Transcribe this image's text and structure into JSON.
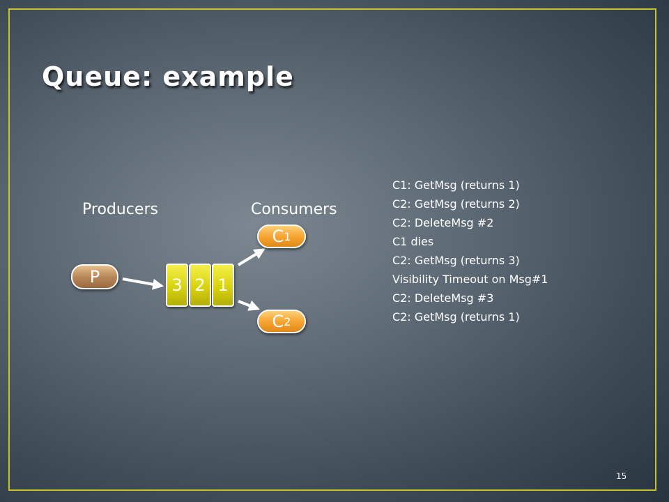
{
  "slide": {
    "title": "Queue: example",
    "page_number": "15"
  },
  "diagram": {
    "producers_label": "Producers",
    "consumers_label": "Consumers",
    "producer": {
      "label": "P"
    },
    "queue": [
      "3",
      "2",
      "1"
    ],
    "consumers": [
      {
        "label": "C",
        "subscript": "1"
      },
      {
        "label": "C",
        "subscript": "2"
      }
    ]
  },
  "steps": [
    "C1: GetMsg (returns 1)",
    "C2: GetMsg (returns 2)",
    "C2: DeleteMsg #2",
    "C1 dies",
    "C2: GetMsg (returns 3)",
    "Visibility Timeout on Msg#1",
    "C2: DeleteMsg #3",
    "C2: GetMsg (returns 1)"
  ],
  "colors": {
    "frame": "#c9c226",
    "producer_node": "#b8875a",
    "consumer_node": "#f6a533",
    "queue_cell": "#d8d310"
  }
}
